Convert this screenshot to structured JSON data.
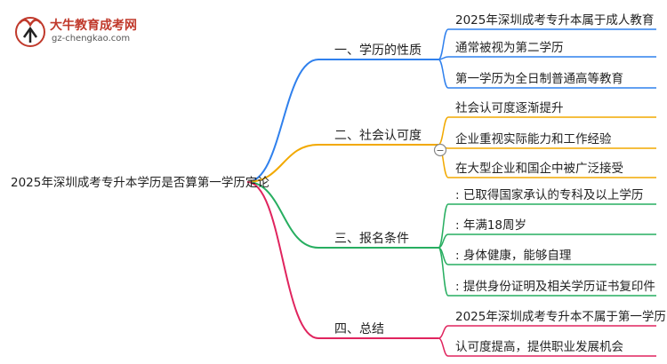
{
  "logo": {
    "title": "大牛教育成考网",
    "url": "gz-chengkao.com"
  },
  "mindmap": {
    "root": "2025年深圳成考专升本学历是否算第一学历定论",
    "branches": [
      {
        "label": "一、学历的性质",
        "color": "#2f80ed",
        "children": [
          "2025年深圳成考专升本属于成人教育",
          "通常被视为第二学历",
          "第一学历为全日制普通高等教育"
        ]
      },
      {
        "label": "二、社会认可度",
        "color": "#f2a900",
        "collapse": "−",
        "children": [
          "社会认可度逐渐提升",
          "企业重视实际能力和工作经验",
          "在大型企业和国企中被广泛接受"
        ]
      },
      {
        "label": "三、报名条件",
        "color": "#27ae60",
        "children": [
          ": 已取得国家承认的专科及以上学历",
          ": 年满18周岁",
          ": 身体健康，能够自理",
          ": 提供身份证明及相关学历证书复印件"
        ]
      },
      {
        "label": "四、总结",
        "color": "#e0245e",
        "children": [
          "2025年深圳成考专升本不属于第一学历",
          "认可度提高，提供职业发展机会"
        ]
      }
    ]
  }
}
